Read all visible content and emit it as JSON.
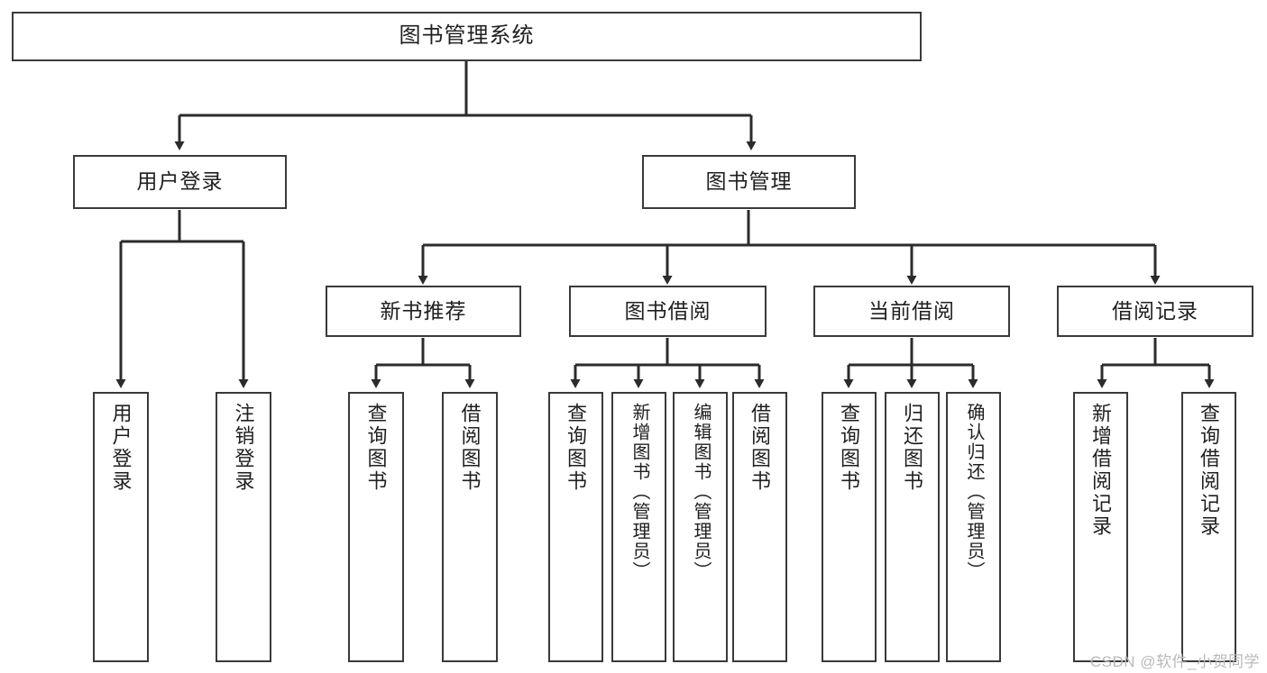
{
  "diagram": {
    "title": "图书管理系统",
    "type": "hierarchy-tree",
    "watermark": "CSDN @软件_小贺同学",
    "colors": {
      "box_border": "#3a3a3a",
      "box_fill": "#ffffff",
      "edge": "#2b2b2b",
      "text": "#1f1f1f",
      "watermark": "#b9b9b9",
      "background": "#ffffff"
    },
    "levels": [
      {
        "level": 1,
        "nodes": [
          {
            "id": "root",
            "label": "图书管理系统",
            "orientation": "horizontal"
          }
        ]
      },
      {
        "level": 2,
        "nodes": [
          {
            "id": "login",
            "label": "用户登录",
            "orientation": "horizontal",
            "parent": "root"
          },
          {
            "id": "bookmgmt",
            "label": "图书管理",
            "orientation": "horizontal",
            "parent": "root"
          }
        ]
      },
      {
        "level": 3,
        "nodes": [
          {
            "id": "newbook",
            "label": "新书推荐",
            "orientation": "horizontal",
            "parent": "bookmgmt"
          },
          {
            "id": "borrow",
            "label": "图书借阅",
            "orientation": "horizontal",
            "parent": "bookmgmt"
          },
          {
            "id": "current",
            "label": "当前借阅",
            "orientation": "horizontal",
            "parent": "bookmgmt"
          },
          {
            "id": "record",
            "label": "借阅记录",
            "orientation": "horizontal",
            "parent": "bookmgmt"
          }
        ]
      },
      {
        "level": 4,
        "nodes": [
          {
            "id": "leaf-user-login",
            "label": "用户登录",
            "orientation": "vertical",
            "parent": "login"
          },
          {
            "id": "leaf-user-logout",
            "label": "注销登录",
            "orientation": "vertical",
            "parent": "login"
          },
          {
            "id": "leaf-nb-query",
            "label": "查询图书",
            "orientation": "vertical",
            "parent": "newbook"
          },
          {
            "id": "leaf-nb-borrow",
            "label": "借阅图书",
            "orientation": "vertical",
            "parent": "newbook"
          },
          {
            "id": "leaf-bw-query",
            "label": "查询图书",
            "orientation": "vertical",
            "parent": "borrow"
          },
          {
            "id": "leaf-bw-add",
            "label": "新增图书（管理员）",
            "orientation": "vertical",
            "parent": "borrow"
          },
          {
            "id": "leaf-bw-edit",
            "label": "编辑图书（管理员）",
            "orientation": "vertical",
            "parent": "borrow"
          },
          {
            "id": "leaf-bw-borrow",
            "label": "借阅图书",
            "orientation": "vertical",
            "parent": "borrow"
          },
          {
            "id": "leaf-cu-query",
            "label": "查询图书",
            "orientation": "vertical",
            "parent": "current"
          },
          {
            "id": "leaf-cu-return",
            "label": "归还图书",
            "orientation": "vertical",
            "parent": "current"
          },
          {
            "id": "leaf-cu-confirm",
            "label": "确认归还（管理员）",
            "orientation": "vertical",
            "parent": "current"
          },
          {
            "id": "leaf-rc-add",
            "label": "新增借阅记录",
            "orientation": "vertical",
            "parent": "record"
          },
          {
            "id": "leaf-rc-query",
            "label": "查询借阅记录",
            "orientation": "vertical",
            "parent": "record"
          }
        ]
      }
    ]
  }
}
